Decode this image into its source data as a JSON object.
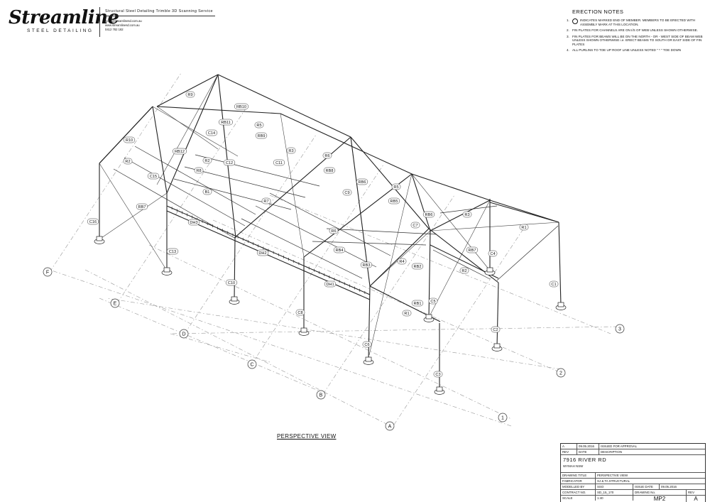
{
  "company": {
    "logo_text": "Streamline",
    "logo_sub": "STEEL DETAILING",
    "tagline": "Structural Steel Detailing   Trimble 3D Scanning Service",
    "email": "scott@streamlinesd.com.au",
    "website": "www.streamlinesd.com.au",
    "phone": "0412 782 182"
  },
  "erection_notes": {
    "title": "ERECTION NOTES",
    "items": [
      {
        "num": "1.",
        "text": "INDICATES MARKED END OF MEMBER. MEMBERS TO BE ERECTED WITH ASSEMBLY MARK AT THIS LOCATION."
      },
      {
        "num": "2.",
        "text": "FIN PLATES FOR CHANNELS ARE ON I/S OF WEB UNLESS SHOWN OTHERWISE."
      },
      {
        "num": "3.",
        "text": "FIN PLATES FOR BEAMS WILL BE ON THE NORTH - OR - WEST SIDE OF BEAM WEB UNLESS SHOWN OTHERWISE i.e. ERECT BEAMS TO SOUTH OR EAST SIDE OF FIN PLATES"
      },
      {
        "num": "4.",
        "text": "ALL PURLINS TO TOE UP ROOF LINE UNLESS NOTED \" * \" TOE DOWN"
      }
    ]
  },
  "view_title": "PERSPECTIVE VIEW",
  "gridlines": {
    "letters": [
      "A",
      "B",
      "C",
      "D",
      "E",
      "F"
    ],
    "numbers": [
      "1",
      "2",
      "3"
    ]
  },
  "member_labels": [
    "RB10",
    "R9",
    "RB11",
    "RB12",
    "C14",
    "R10",
    "R5",
    "RB9",
    "C12",
    "R8",
    "R2",
    "C15",
    "C11",
    "R6",
    "RB8",
    "RB7",
    "B1",
    "R7",
    "C9",
    "RB6",
    "R5",
    "RB5",
    "C16",
    "DH3",
    "R1",
    "R6",
    "C7",
    "R3",
    "RB7",
    "C13",
    "DH2",
    "RB4",
    "C4",
    "R4",
    "RB2",
    "RB3",
    "R2",
    "DH1",
    "C10",
    "C1",
    "C5",
    "RB1",
    "C8",
    "R1",
    "C6",
    "C2",
    "C3",
    "RB6",
    "R3",
    "R2"
  ],
  "title_block": {
    "rev_row": {
      "rev": "A",
      "date": "09.05.2016",
      "description": "ISSUED FOR APPROVAL"
    },
    "rev_head": {
      "rev": "REV",
      "date": "DATE",
      "description": "DESCRIPTION"
    },
    "project_title": "7916 RIVER RD",
    "project_sub": "WYMAH NSW",
    "drawing_title_label": "DRAWING TITLE",
    "drawing_title": "PERSPECTIVE VIEW",
    "fabricator_label": "FABRICATOR",
    "fabricator": "SJ & TA STRUCTURAL",
    "modelled_by_label": "MODELLED BY",
    "modelled_by": "SSO",
    "issue_date_label": "ISSUE DATE",
    "issue_date": "09.05.2016",
    "contract_label": "CONTRACT NO.",
    "contract": "SD_15_170",
    "drawing_no_label": "DRAWING No.",
    "rev_label": "REV",
    "scale_label": "SCALE",
    "scale": "1:40",
    "drawing_no": "MP2",
    "rev": "A"
  }
}
